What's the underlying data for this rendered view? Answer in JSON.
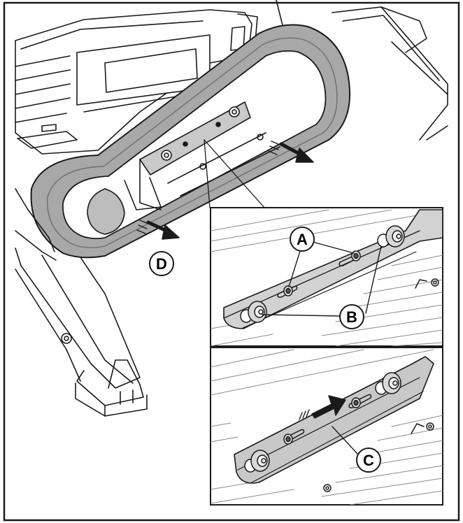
{
  "figure": {
    "callouts": {
      "a": "A",
      "b": "B",
      "c": "C",
      "d": "D"
    },
    "colors": {
      "line": "#1a1a1a",
      "belt": "#a8a8a8",
      "belt_dark": "#6e6e6e",
      "plate": "#b4b4b4",
      "hatch": "#8a8a8a",
      "background": "#ffffff"
    }
  }
}
